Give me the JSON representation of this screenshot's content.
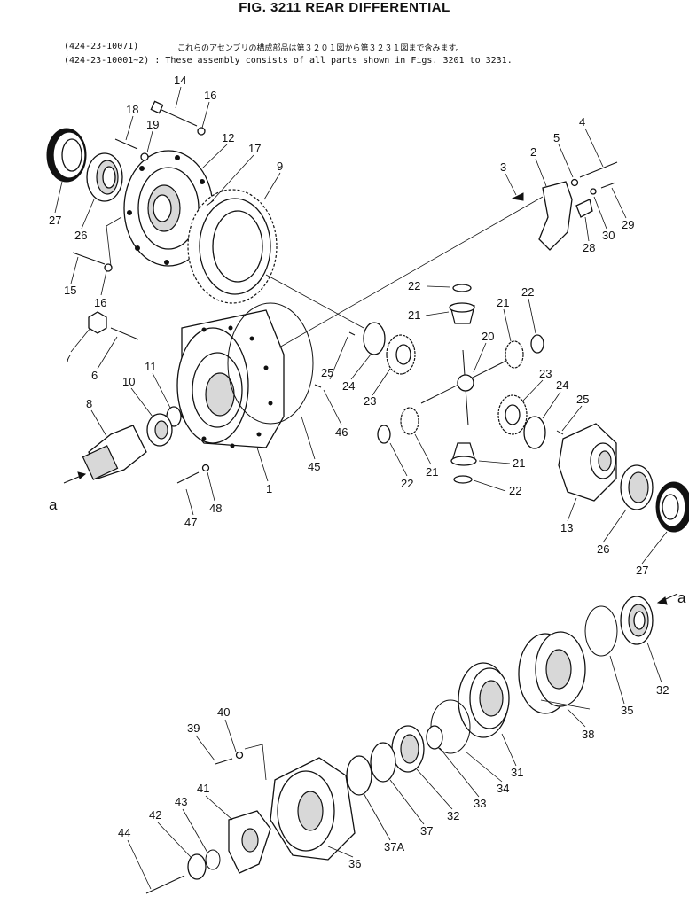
{
  "title": "FIG. 3211  REAR DIFFERENTIAL",
  "header": {
    "serial_1": "(424-23-10071)",
    "note_jp": "これらのアセンブリの構成部品は第３２０１図から第３２３１図まで含みます。",
    "serial_2": "(424-23-10001~2) : These assembly consists of all parts shown in Figs. 3201 to 3231."
  },
  "arrows": {
    "input_a": "a",
    "output_a": "a"
  },
  "callouts": [
    "14",
    "16",
    "18",
    "19",
    "12",
    "17",
    "9",
    "27",
    "26",
    "15",
    "16",
    "7",
    "6",
    "11",
    "10",
    "8",
    "1",
    "47",
    "48",
    "45",
    "46",
    "25",
    "24",
    "22",
    "21",
    "21",
    "20",
    "23",
    "23",
    "22",
    "21",
    "21",
    "22",
    "24",
    "25",
    "22",
    "3",
    "2",
    "5",
    "4",
    "28",
    "30",
    "29",
    "13",
    "26",
    "27",
    "35",
    "32",
    "38",
    "31",
    "34",
    "33",
    "32",
    "37",
    "37A",
    "36",
    "39",
    "40",
    "41",
    "43",
    "42",
    "44"
  ]
}
